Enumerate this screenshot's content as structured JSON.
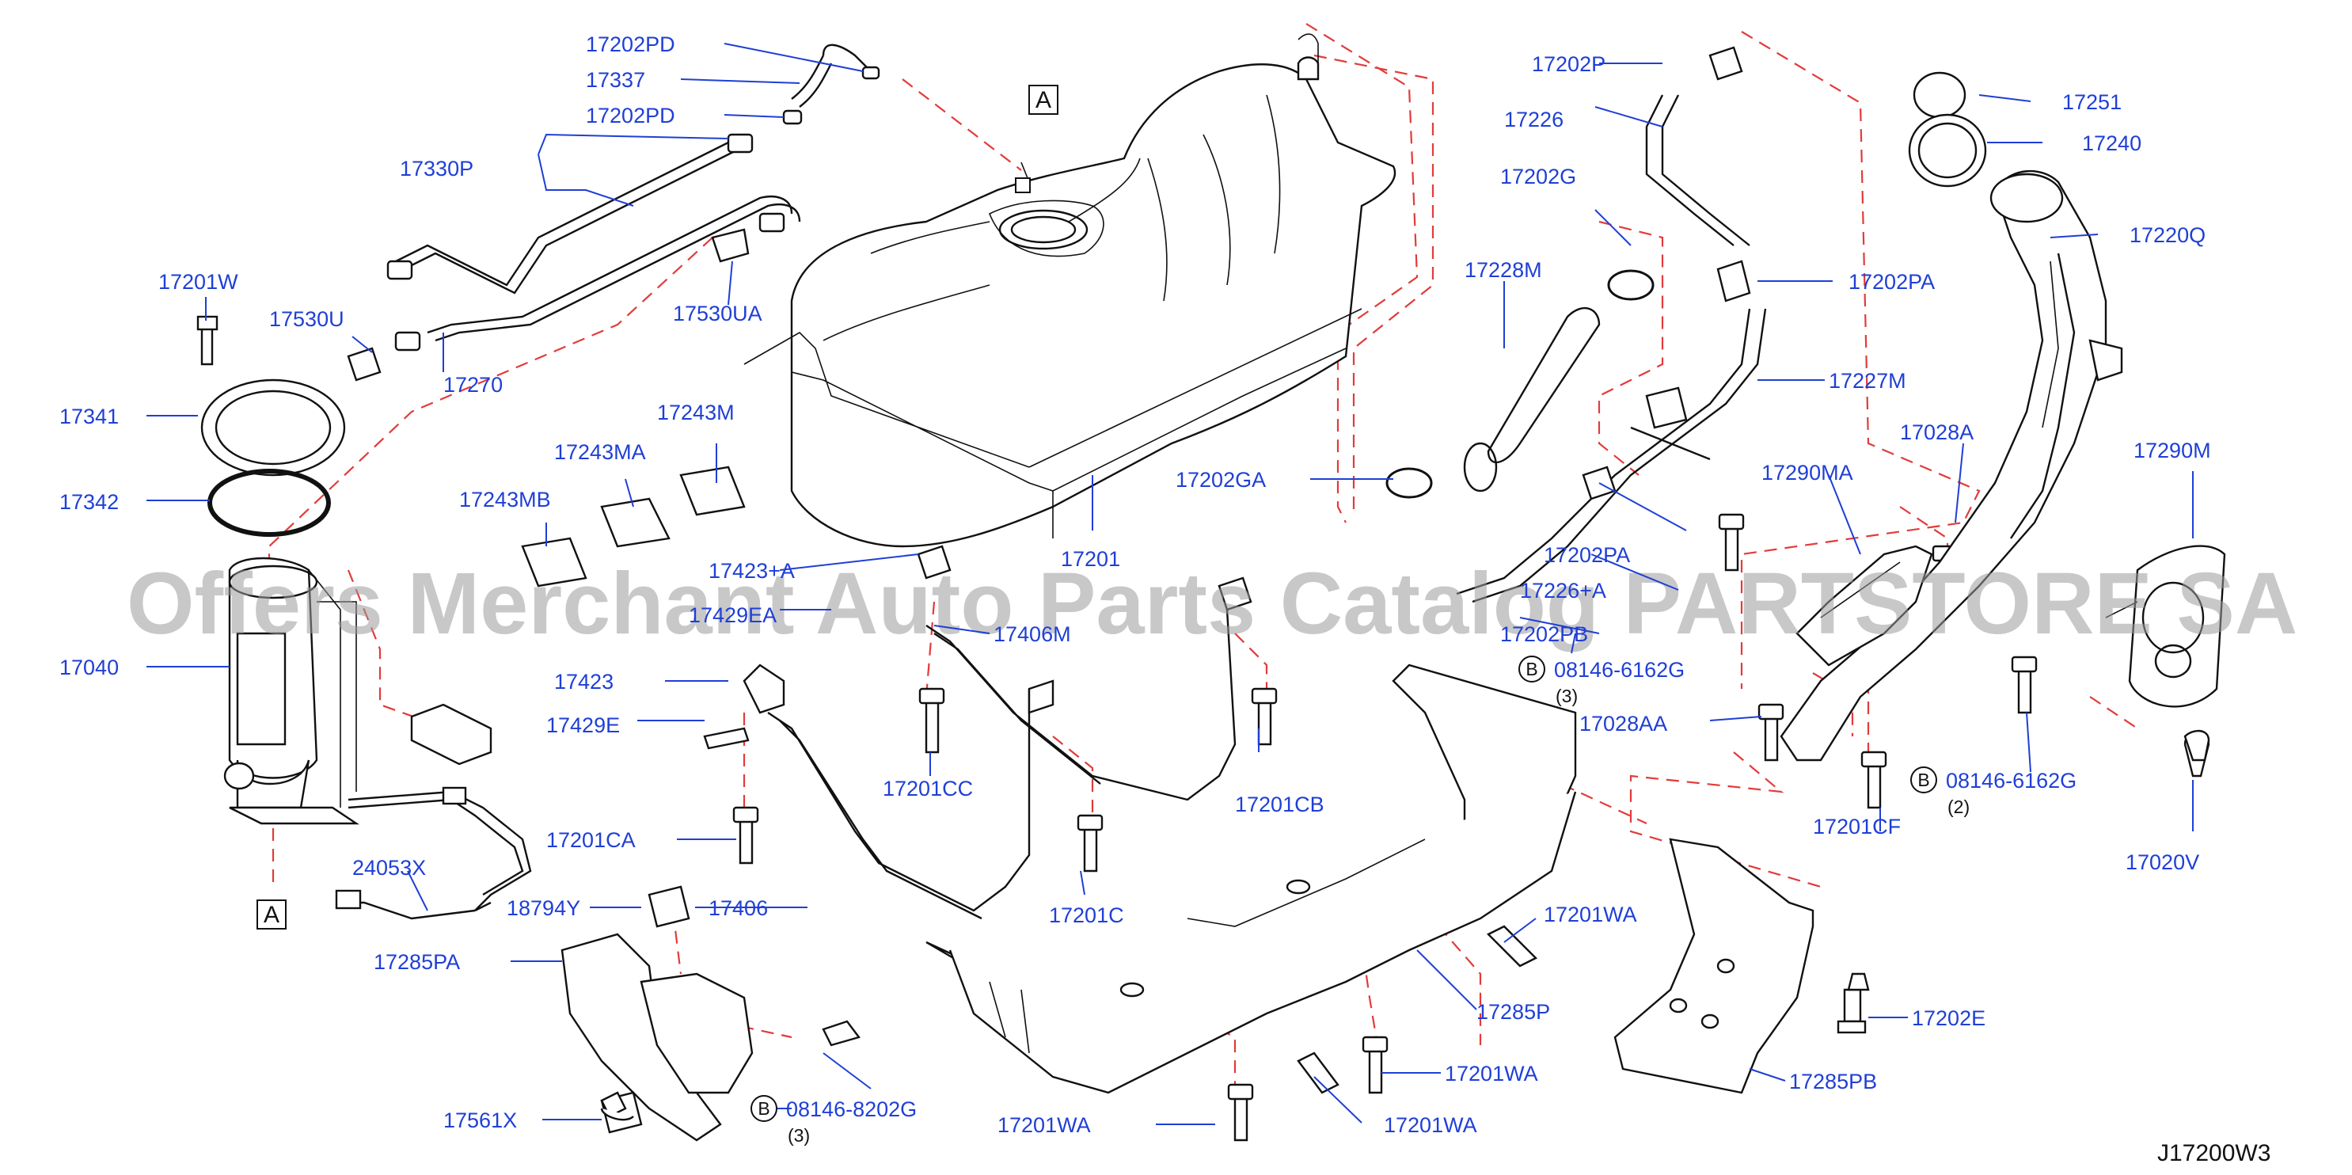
{
  "drawing_id": "J17200W3",
  "watermark": "Offers Merchant Auto Parts Catalog PARTSTORE SA",
  "reference_marks": {
    "a_top": "A",
    "a_bottom": "A"
  },
  "bolt_refs": [
    {
      "symbol": "B",
      "part": "08146-6162G",
      "qty": "(3)"
    },
    {
      "symbol": "B",
      "part": "08146-6162G",
      "qty": "(2)"
    },
    {
      "symbol": "B",
      "part": "08146-8202G",
      "qty": "(3)"
    }
  ],
  "callouts": {
    "p17202PD_a": "17202PD",
    "p17337": "17337",
    "p17202PD_b": "17202PD",
    "p17330P": "17330P",
    "p17201W": "17201W",
    "p17530U": "17530U",
    "p17530UA": "17530UA",
    "p17270": "17270",
    "p17341": "17341",
    "p17342": "17342",
    "p17243M": "17243M",
    "p17243MA": "17243MA",
    "p17243MB": "17243MB",
    "p17201": "17201",
    "p17423A": "17423+A",
    "p17429EA": "17429EA",
    "p17406M": "17406M",
    "p17423": "17423",
    "p17429E": "17429E",
    "p17201CC": "17201CC",
    "p17201CA": "17201CA",
    "p17201CB": "17201CB",
    "p17201C": "17201C",
    "p17040": "17040",
    "p24053X": "24053X",
    "p18794Y": "18794Y",
    "p17406": "17406",
    "p17285PA": "17285PA",
    "p17561X": "17561X",
    "p17202P": "17202P",
    "p17226": "17226",
    "p17202G": "17202G",
    "p17228M": "17228M",
    "p17202GA": "17202GA",
    "p17202PA_a": "17202PA",
    "p17227M": "17227M",
    "p17202PA_b": "17202PA",
    "p17226A": "17226+A",
    "p17202PB": "17202PB",
    "p17251": "17251",
    "p17240": "17240",
    "p17220Q": "17220Q",
    "p17028A": "17028A",
    "p17290MA": "17290MA",
    "p17290M": "17290M",
    "p17028AA": "17028AA",
    "p17201CF": "17201CF",
    "p17020V": "17020V",
    "p17201WA_a": "17201WA",
    "p17285P": "17285P",
    "p17201WA_b": "17201WA",
    "p17201WA_c": "17201WA",
    "p17201WA_d": "17201WA",
    "p17202E": "17202E",
    "p17285PB": "17285PB"
  }
}
